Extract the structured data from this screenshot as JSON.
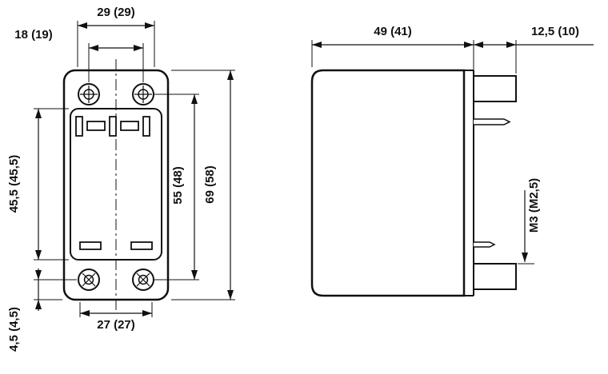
{
  "drawing": {
    "front_view": {
      "dim_top_width": "29 (29)",
      "dim_hole_spacing": "18 (19)",
      "dim_recess_height": "45,5 (45,5)",
      "dim_bottom_offset": "4,5 (4,5)",
      "dim_vertical_spacing": "55 (48)",
      "dim_overall_height": "69 (58)",
      "dim_bottom_width": "27 (27)"
    },
    "side_view": {
      "dim_body_depth": "49 (41)",
      "dim_terminal_length": "12,5 (10)",
      "dim_thread": "M3 (M2,5)"
    }
  }
}
